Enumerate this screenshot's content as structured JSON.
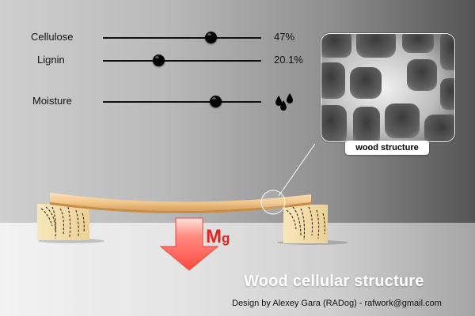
{
  "controls": {
    "cellulose": {
      "label": "Cellulose",
      "value_text": "47%",
      "level": 0.68
    },
    "lignin": {
      "label": "Lignin",
      "value_text": "20.1%",
      "level": 0.35
    },
    "moisture": {
      "label": "Moisture",
      "level": 0.71,
      "indicator_icon": "water-drops-icon"
    }
  },
  "micro_panel": {
    "label": "wood structure"
  },
  "force": {
    "label_main": "M",
    "label_sub": "g",
    "color": "#e8201b"
  },
  "footer": {
    "title": "Wood cellular structure",
    "credit": "Design by Alexey Gara (RADog) - rafwork@gmail.com"
  },
  "colors": {
    "plank": "#f1c88d",
    "block_wood": "#f4dfab",
    "arrow": "#ff5c52"
  }
}
